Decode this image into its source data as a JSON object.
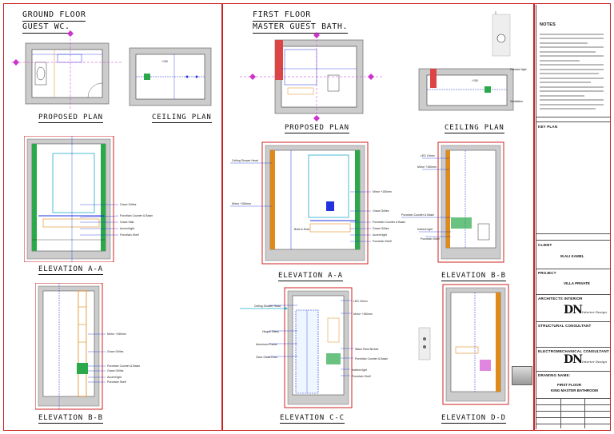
{
  "sections": {
    "ground_floor": [
      "GROUND FLOOR",
      "GUEST WC."
    ],
    "first_floor": [
      "FIRST FLOOR",
      "MASTER GUEST BATH."
    ]
  },
  "captions": {
    "gf_plan": "PROPOSED PLAN",
    "gf_ceiling": "CEILING PLAN",
    "gf_elev_aa": "ELEVATION A-A",
    "gf_elev_bb": "ELEVATION B-B",
    "ff_plan": "PROPOSED PLAN",
    "ff_ceiling": "CEILING PLAN",
    "ff_elev_aa": "ELEVATION A-A",
    "ff_elev_bb": "ELEVATION B-B",
    "ff_elev_cc": "ELEVATION C-C",
    "ff_elev_dd": "ELEVATION D-D"
  },
  "annotations": {
    "pendant_light": "Pendant light",
    "ventilation": "Ventilation",
    "gf_aa": [
      "Grace Grilles",
      "Porcelain Counter & Basin",
      "Grace Slab",
      "Accent light",
      "Porcelain Shelf"
    ],
    "gf_bb": [
      "Mirror +150mm",
      "Grace Grilles",
      "Porcelain Counter & Basin",
      "Grace Grilles",
      "Accent light",
      "Porcelain Shelf"
    ],
    "ff_aa_left": [
      "Ceiling Shower Head",
      "Mirror +150mm"
    ],
    "ff_aa_right": [
      "Mirror +150mm",
      "Grace Grilles",
      "Porcelain Counter & Basin",
      "Grace Grilles",
      "Accent light",
      "Porcelain Shelf"
    ],
    "ff_aa_inner": "Built-in Seat",
    "ff_bb": [
      "LED 10mm",
      "Mirror +150mm",
      "Porcelain Counter & Basin",
      "Indirect light",
      "Porcelain Shelf"
    ],
    "ff_cc": [
      "Ceiling Shower Head",
      "Hinges Glass",
      "Aluminum Frame",
      "Clear Glass Door",
      "LED 10mm",
      "Mirror +150mm",
      "Wash Paint Niches",
      "Porcelain Counter & Basin",
      "Indirect light",
      "Porcelain Shelf"
    ]
  },
  "title_block": {
    "notes_title": "NOTES",
    "key_plan": "KEY PLAN",
    "client_label": "CLIENT",
    "client_value": "M.ALI KAMEL",
    "project_label": "PROJECT",
    "project_value": "VILLA PRIVATE",
    "architects_label": "ARCHITECTS INTERIOR",
    "structural_label": "STRUCTURAL CONSULTANT",
    "electro_label": "ELECTROMECHANICAL CONSULTANT",
    "drawing_label": "DRAWING NAME:",
    "drawing_value_1": "FIRST FLOOR",
    "drawing_value_2": "KING MASTER BATHROOM",
    "logo_mark": "DN",
    "logo_text": "Interior Design"
  },
  "colors": {
    "border": "#cc2222",
    "wall": "#9a9a9a",
    "accent_blue": "#2233dd",
    "accent_magenta": "#cc33cc",
    "accent_orange": "#e08a1a",
    "accent_green": "#2aa84a",
    "accent_cyan": "#22aacc"
  }
}
